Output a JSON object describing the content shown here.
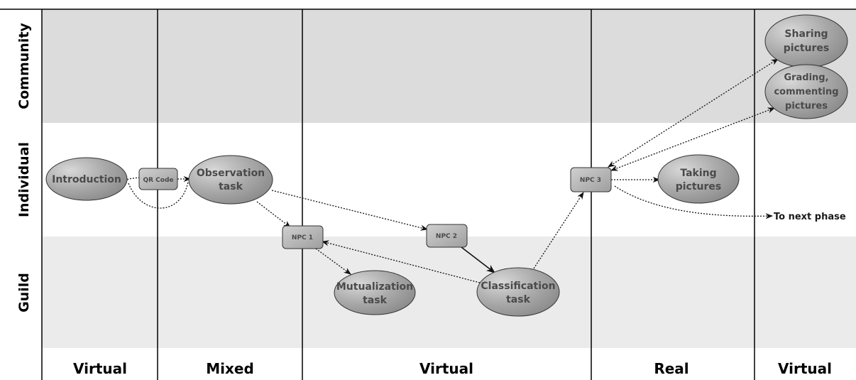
{
  "lanes": [
    {
      "id": "community",
      "label": "Community",
      "fill": "#dcdcdc"
    },
    {
      "id": "individual",
      "label": "Individual",
      "fill": "#ffffff"
    },
    {
      "id": "guild",
      "label": "Guild",
      "fill": "#ebebeb"
    }
  ],
  "columns": [
    "Virtual",
    "Mixed",
    "Virtual",
    "Real",
    "Virtual"
  ],
  "nodes": {
    "introduction": {
      "shape": "ellipse",
      "lines": [
        "Introduction"
      ]
    },
    "qr_code": {
      "shape": "box",
      "lines": [
        "QR Code"
      ]
    },
    "observation_task": {
      "shape": "ellipse",
      "lines": [
        "Observation",
        "task"
      ]
    },
    "npc1": {
      "shape": "box",
      "lines": [
        "NPC 1"
      ]
    },
    "npc2": {
      "shape": "box",
      "lines": [
        "NPC 2"
      ]
    },
    "npc3": {
      "shape": "box",
      "lines": [
        "NPC 3"
      ]
    },
    "mutualization_task": {
      "shape": "ellipse",
      "lines": [
        "Mutualization",
        "task"
      ]
    },
    "classification_task": {
      "shape": "ellipse",
      "lines": [
        "Classification",
        "task"
      ]
    },
    "taking_pictures": {
      "shape": "ellipse",
      "lines": [
        "Taking",
        "pictures"
      ]
    },
    "sharing_pictures": {
      "shape": "ellipse",
      "lines": [
        "Sharing",
        "pictures"
      ]
    },
    "grading_pictures": {
      "shape": "ellipse",
      "lines": [
        "Grading,",
        "commenting",
        "pictures"
      ]
    }
  },
  "next_phase_label": "To next phase",
  "edges": [
    {
      "from": "qr_code",
      "to": "introduction",
      "style": "dotted"
    },
    {
      "from": "introduction",
      "to": "qr_code",
      "style": "dotted"
    },
    {
      "from": "qr_code",
      "to": "observation_task",
      "style": "dotted"
    },
    {
      "from": "observation_task",
      "to": "npc1",
      "style": "dotted"
    },
    {
      "from": "observation_task",
      "to": "npc2",
      "style": "dotted"
    },
    {
      "from": "npc1",
      "to": "mutualization_task",
      "style": "dotted"
    },
    {
      "from": "classification_task",
      "to": "npc1",
      "style": "dotted"
    },
    {
      "from": "npc2",
      "to": "classification_task",
      "style": "solid"
    },
    {
      "from": "classification_task",
      "to": "npc3",
      "style": "dotted"
    },
    {
      "from": "npc3",
      "to": "taking_pictures",
      "style": "dotted"
    },
    {
      "from": "npc3",
      "to": "sharing_pictures",
      "style": "dotted"
    },
    {
      "from": "npc3",
      "to": "grading_pictures",
      "style": "dotted"
    },
    {
      "from": "npc3",
      "to": "next_phase",
      "style": "dotted"
    }
  ]
}
